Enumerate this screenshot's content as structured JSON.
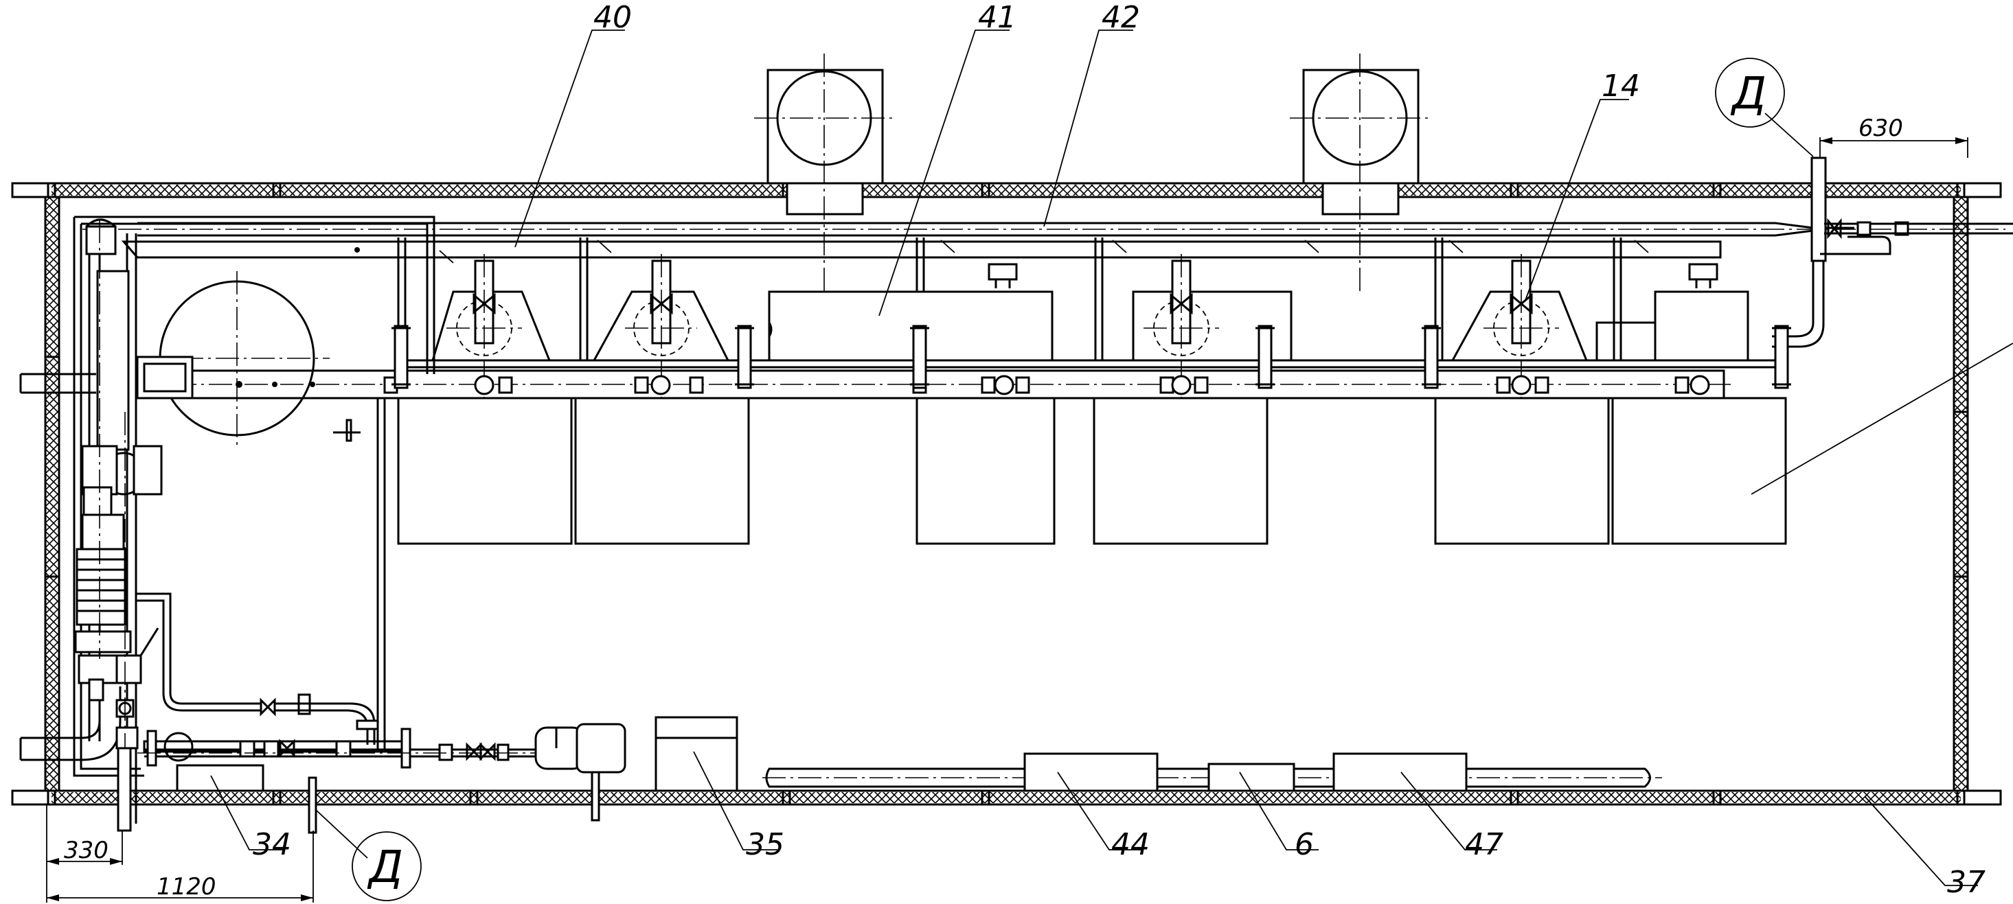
{
  "callouts": [
    "40",
    "41",
    "42",
    "14",
    "34",
    "35",
    "44",
    "6",
    "47",
    "37"
  ],
  "dimensions": {
    "d630": "630",
    "d330": "330",
    "d1120": "1120"
  },
  "section_marker": "Д"
}
